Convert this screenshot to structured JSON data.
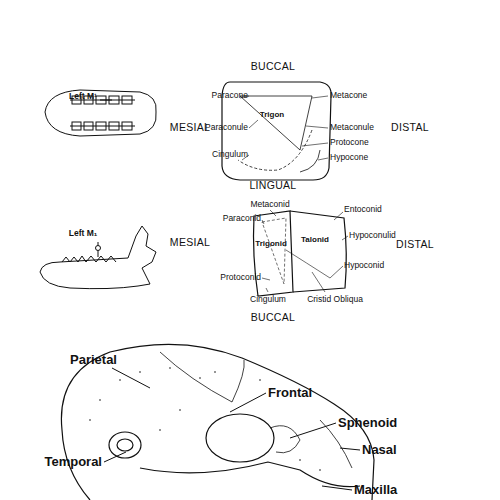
{
  "diagram": {
    "labels": [
      "BUCCAL",
      "Left M¹",
      "Paracone",
      "Metacone",
      "MESIAL",
      "Paraconule",
      "Trigon",
      "Metaconule",
      "DISTAL",
      "Protocone",
      "Cingulum",
      "Hypocone",
      "LINGUAL",
      "Metaconid",
      "Entoconid",
      "Paraconid",
      "Hypoconulid",
      "Left M₁",
      "Talonid",
      "MESIAL",
      "Trigonid",
      "DISTAL",
      "Hypoconid",
      "Protoconid",
      "Cingulum",
      "Cristid Obliqua",
      "BUCCAL",
      "Parietal",
      "Frontal",
      "Sphenoid",
      "Nasal",
      "Maxilla",
      "Temporal"
    ]
  }
}
